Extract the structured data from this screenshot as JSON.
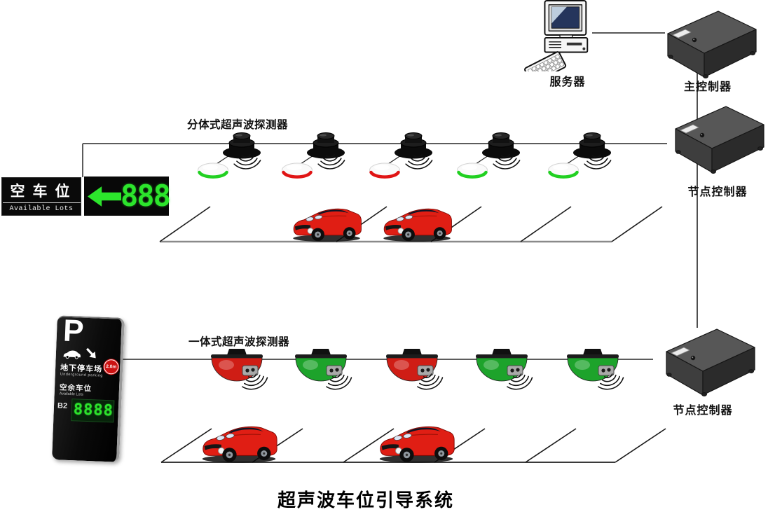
{
  "title": "超声波车位引导系统",
  "colors": {
    "vacant": "#21d021",
    "occupied": "#e01414",
    "led_green": "#2ce52c",
    "detector_red": "#cf1d15",
    "detector_green": "#1da32b"
  },
  "server": {
    "label": "服务器"
  },
  "main_controller": {
    "label": "主控制器"
  },
  "node_controllers": [
    {
      "label": "节点控制器"
    },
    {
      "label": "节点控制器"
    }
  ],
  "available_sign": {
    "cn": "空车位",
    "en": "Available Lots",
    "count": "888"
  },
  "split_detectors": {
    "label": "分体式超声波探测器",
    "states": [
      "vacant",
      "occupied",
      "occupied",
      "vacant",
      "vacant"
    ]
  },
  "integrated_detectors": {
    "label": "一体式超声波探测器",
    "states": [
      "occupied",
      "vacant",
      "occupied",
      "vacant",
      "vacant"
    ]
  },
  "pillar_sign": {
    "p": "P",
    "zone_cn": "地下停车场",
    "zone_en": "Underground parking",
    "height_limit": "2.0m",
    "vacant_cn": "空余车位",
    "vacant_en": "Available Lots",
    "floor": "B2",
    "count_digits": [
      "8",
      "8",
      "8",
      "8"
    ]
  },
  "parking": {
    "top_occupied_x": [
      413,
      542
    ],
    "bottom_occupied_x": [
      283,
      536
    ]
  }
}
